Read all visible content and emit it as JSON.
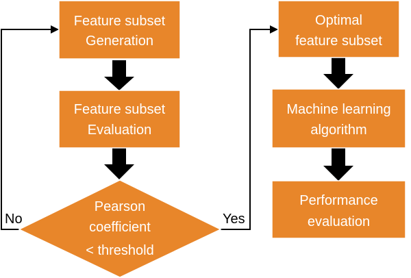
{
  "colors": {
    "node_fill": "#E8862A",
    "node_text": "#FFFFFF",
    "arrow": "#000000"
  },
  "nodes": {
    "generation": [
      "Feature subset",
      "Generation"
    ],
    "evaluation": [
      "Feature subset",
      "Evaluation"
    ],
    "decision": [
      "Pearson",
      "coefficient",
      "< threshold"
    ],
    "optimal": [
      "Optimal",
      "feature subset"
    ],
    "ml": [
      "Machine learning",
      "algorithm"
    ],
    "performance": [
      "Performance",
      "evaluation"
    ]
  },
  "edges": {
    "no_label": "No",
    "yes_label": "Yes"
  }
}
